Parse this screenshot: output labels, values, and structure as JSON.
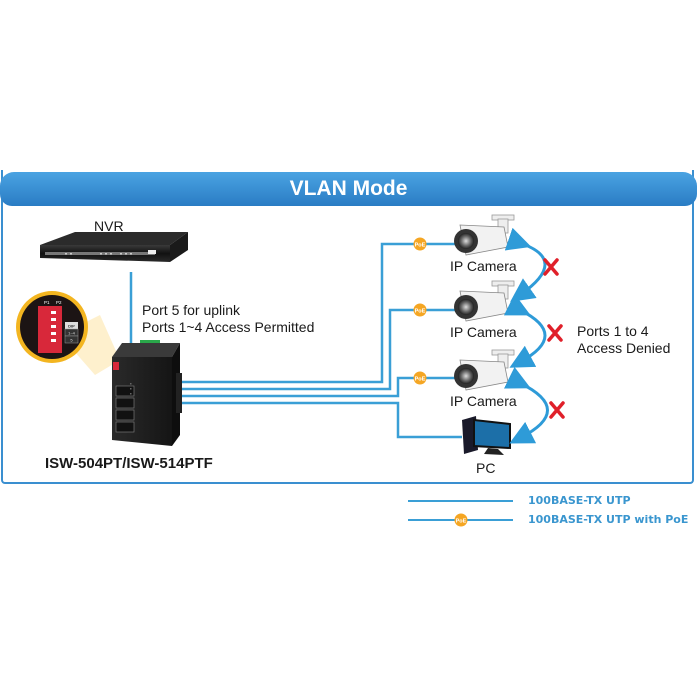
{
  "title": "VLAN Mode",
  "devices": {
    "nvr": {
      "label": "NVR"
    },
    "switch": {
      "label": "ISW-504PT/ISW-514PTF"
    },
    "cameras": [
      {
        "label": "IP Camera",
        "poe": true
      },
      {
        "label": "IP Camera",
        "poe": true
      },
      {
        "label": "IP Camera",
        "poe": true
      }
    ],
    "pc": {
      "label": "PC",
      "poe": false
    }
  },
  "annotations": {
    "uplink_line1": "Port 5 for uplink",
    "uplink_line2": "Ports 1~4 Access Permitted",
    "denied_line1": "Ports 1 to 4",
    "denied_line2": "Access Denied"
  },
  "dip_switch": {
    "header_left": "P1",
    "header_right": "P2",
    "side_label": "DIP",
    "bottom_label": "ON",
    "numbers": [
      "1",
      "2",
      "3",
      "4"
    ],
    "table": [
      "DIP",
      "1~4",
      "5"
    ]
  },
  "poe_badge": "PoE",
  "legend": [
    {
      "label": "100BASE-TX UTP",
      "poe": false
    },
    {
      "label": "100BASE-TX UTP with PoE",
      "poe": true
    }
  ],
  "colors": {
    "link": "#3a9fd6",
    "header": "#2f86cc",
    "poe": "#f5a623",
    "deny": "#e0202a",
    "legend_text": "#3a96cf"
  }
}
